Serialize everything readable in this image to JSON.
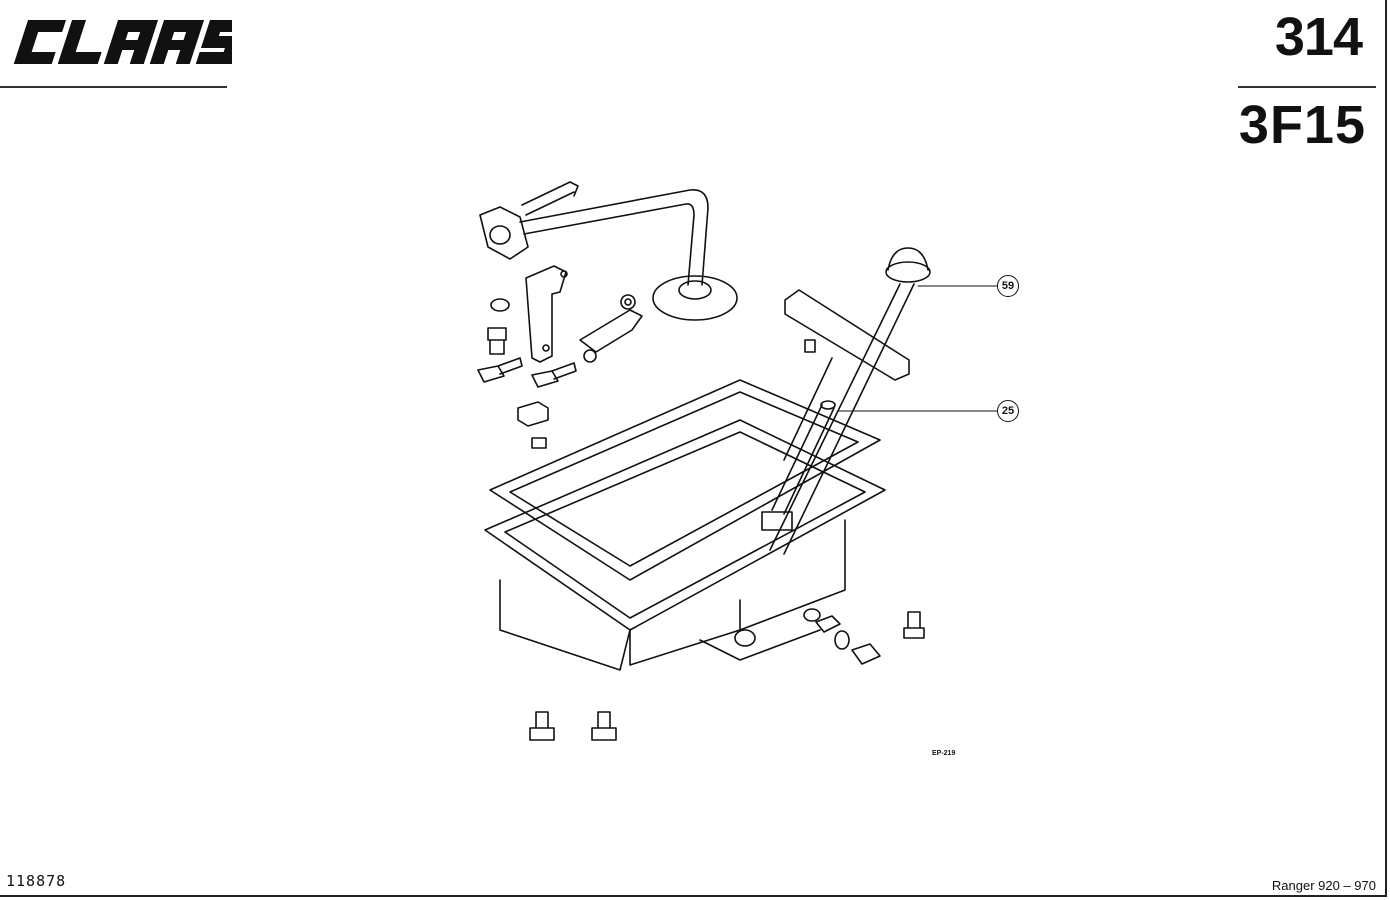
{
  "header": {
    "brand": "CLAAS",
    "page_number": "314",
    "group_code": "3F15"
  },
  "callouts": {
    "dipstick": "59",
    "guide_tube": "25"
  },
  "drawing": {
    "reference": "EP-219"
  },
  "footer": {
    "document_number": "118878",
    "model_range": "Ranger 920 – 970"
  }
}
